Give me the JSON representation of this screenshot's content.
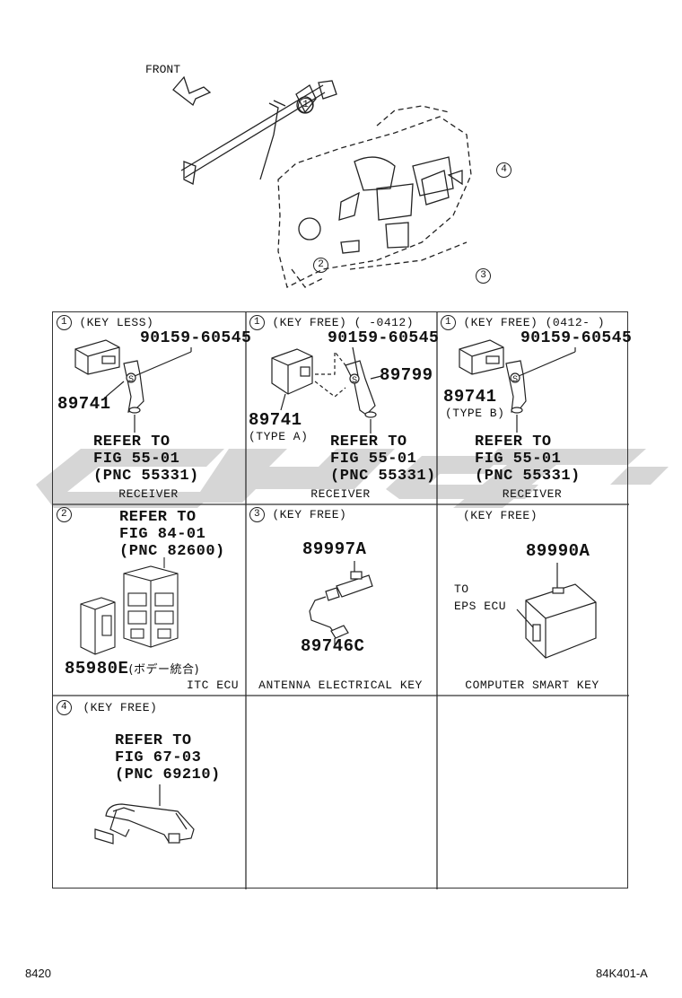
{
  "overview": {
    "front_label": "FRONT",
    "callouts": [
      "1",
      "2",
      "3",
      "4"
    ]
  },
  "cells": {
    "c1": {
      "num": "1",
      "title": "(KEY LESS)",
      "part_a": "90159-60545",
      "part_b": "89741",
      "screw": "S",
      "refer": "REFER TO\nFIG 55-01\n(PNC 55331)",
      "caption": "RECEIVER"
    },
    "c2": {
      "num": "1",
      "title": "(KEY FREE) (      -0412)",
      "part_a": "90159-60545",
      "part_b": "89799",
      "part_c": "89741",
      "type": "(TYPE A)",
      "screw": "S",
      "refer": "REFER TO\nFIG 55-01\n(PNC 55331)",
      "caption": "RECEIVER"
    },
    "c3": {
      "num": "1",
      "title": "(KEY FREE) (0412-      )",
      "part_a": "90159-60545",
      "part_b": "89741",
      "type": "(TYPE B)",
      "screw": "S",
      "refer": "REFER TO\nFIG 55-01\n(PNC 55331)",
      "caption": "RECEIVER"
    },
    "c4": {
      "num": "2",
      "refer": "REFER TO\nFIG 84-01\n(PNC 82600)",
      "part_a": "85980E",
      "part_a_note": "(ボデー統合)",
      "caption": "ITC ECU"
    },
    "c5": {
      "num": "3",
      "title": "(KEY FREE)",
      "part_a": "89997A",
      "part_b": "89746C",
      "caption": "ANTENNA ELECTRICAL KEY"
    },
    "c6": {
      "title": "(KEY FREE)",
      "part_a": "89990A",
      "note": "TO\nEPS ECU",
      "caption": "COMPUTER SMART KEY"
    },
    "c7": {
      "num": "4",
      "title": "(KEY FREE)",
      "refer": "REFER TO\nFIG 67-03\n(PNC 69210)"
    }
  },
  "footer": {
    "left": "8420",
    "right": "84K401-A"
  },
  "colors": {
    "line": "#222222",
    "watermark": "#c8c8c8"
  }
}
